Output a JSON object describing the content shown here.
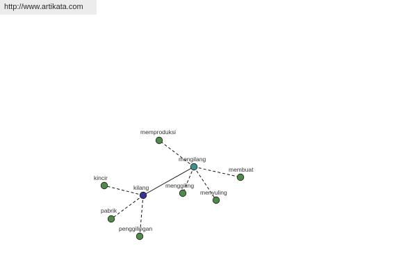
{
  "header": {
    "url": "http://www.artikata.com"
  },
  "graph": {
    "colors": {
      "center": "#33339a",
      "hub": "#3f8f8a",
      "leaf": "#4f8a4a",
      "edge": "#111111"
    },
    "nodes": [
      {
        "id": "kilang",
        "label": "kilang",
        "kind": "center"
      },
      {
        "id": "mengilang",
        "label": "mengilang",
        "kind": "hub"
      },
      {
        "id": "memproduksi",
        "label": "memproduksi",
        "kind": "leaf"
      },
      {
        "id": "membuat",
        "label": "membuat",
        "kind": "leaf"
      },
      {
        "id": "menggiling",
        "label": "menggiling",
        "kind": "leaf"
      },
      {
        "id": "menyuling",
        "label": "menyuling",
        "kind": "leaf"
      },
      {
        "id": "kincir",
        "label": "kincir",
        "kind": "leaf"
      },
      {
        "id": "pabrik",
        "label": "pabrik",
        "kind": "leaf"
      },
      {
        "id": "penggilingan",
        "label": "penggilingan",
        "kind": "leaf"
      }
    ],
    "edges": [
      {
        "from": "kilang",
        "to": "mengilang",
        "style": "solid"
      },
      {
        "from": "mengilang",
        "to": "memproduksi",
        "style": "dashed"
      },
      {
        "from": "mengilang",
        "to": "membuat",
        "style": "dashed"
      },
      {
        "from": "mengilang",
        "to": "menggiling",
        "style": "dashed"
      },
      {
        "from": "mengilang",
        "to": "menyuling",
        "style": "dashed"
      },
      {
        "from": "kilang",
        "to": "kincir",
        "style": "dashed"
      },
      {
        "from": "kilang",
        "to": "pabrik",
        "style": "dashed"
      },
      {
        "from": "kilang",
        "to": "penggilingan",
        "style": "dashed"
      }
    ]
  }
}
